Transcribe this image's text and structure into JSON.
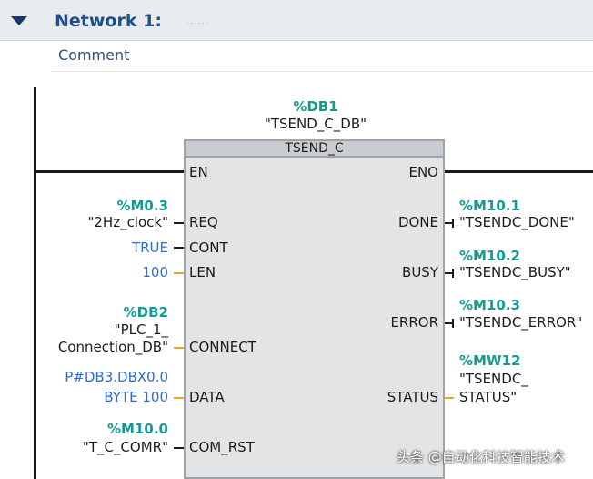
{
  "network": {
    "title": "Network 1:",
    "placeholder": "......",
    "comment": "Comment"
  },
  "block": {
    "db_address": "%DB1",
    "db_name": "\"TSEND_C_DB\"",
    "type": "TSEND_C"
  },
  "inputs": [
    {
      "pin": "EN",
      "address": "",
      "name": []
    },
    {
      "pin": "REQ",
      "address": "%M0.3",
      "name": [
        "\"2Hz_clock\""
      ]
    },
    {
      "pin": "CONT",
      "address": "",
      "name": [
        "TRUE"
      ]
    },
    {
      "pin": "LEN",
      "address": "",
      "name": [
        "100"
      ]
    },
    {
      "pin": "CONNECT",
      "address": "%DB2",
      "name": [
        "\"PLC_1_",
        "Connection_DB\""
      ]
    },
    {
      "pin": "DATA",
      "address": "",
      "name": [
        "P#DB3.DBX0.0",
        "BYTE 100"
      ]
    },
    {
      "pin": "COM_RST",
      "address": "%M10.0",
      "name": [
        "\"T_C_COMR\""
      ]
    }
  ],
  "outputs": [
    {
      "pin": "ENO",
      "address": "",
      "name": []
    },
    {
      "pin": "DONE",
      "address": "%M10.1",
      "name": [
        "\"TSENDC_DONE\""
      ]
    },
    {
      "pin": "BUSY",
      "address": "%M10.2",
      "name": [
        "\"TSENDC_BUSY\""
      ]
    },
    {
      "pin": "ERROR",
      "address": "%M10.3",
      "name": [
        "\"TSENDC_ERROR\""
      ]
    },
    {
      "pin": "STATUS",
      "address": "%MW12",
      "name": [
        "\"TSENDC_",
        "STATUS\""
      ]
    }
  ],
  "watermark": "头条 @自动化科技智能技术",
  "colors": {
    "address": "#119b93",
    "constant": "#2f6bd1",
    "wire_bool": "#1b1b1b",
    "wire_data": "#f0a21a"
  }
}
